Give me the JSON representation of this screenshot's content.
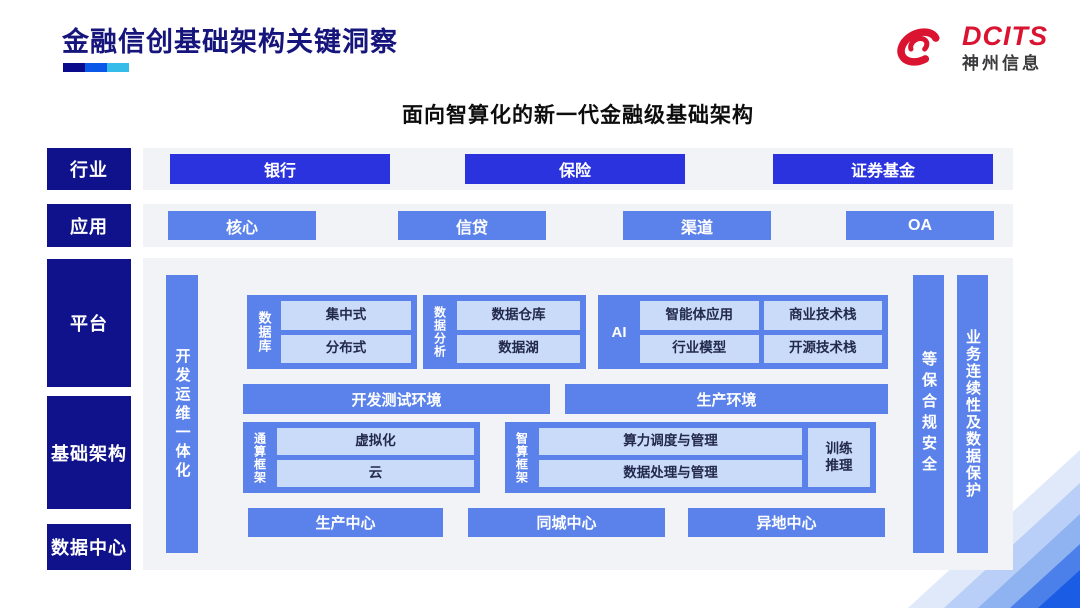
{
  "header": {
    "title": "金融信创基础架构关键洞察",
    "logo_brand": "DCITS",
    "logo_company": "神州信息",
    "subtitle": "面向智算化的新一代金融级基础架构"
  },
  "colors": {
    "brand_red": "#da1330",
    "navy": "#0f128a",
    "bright_blue": "#2b33df",
    "medium_blue": "#5b82ea",
    "light_blue": "#cadbf9",
    "panel_gray": "#f2f3f6",
    "underline": [
      "#0a0a8c",
      "#0b57e8",
      "#35bce8"
    ]
  },
  "sidebar": {
    "items": [
      "行业",
      "应用",
      "平台",
      "基础架构",
      "数据中心"
    ]
  },
  "industry_row": {
    "items": [
      "银行",
      "保险",
      "证券基金"
    ]
  },
  "app_row": {
    "items": [
      "核心",
      "信贷",
      "渠道",
      "OA"
    ]
  },
  "platform": {
    "devops_bar": "开发运维一体化",
    "security_bar": "等保合规安全",
    "continuity_bar": "业务连续性及数据保护",
    "database": {
      "label": "数据库",
      "items": [
        "集中式",
        "分布式"
      ]
    },
    "analytics": {
      "label": "数据分析",
      "items": [
        "数据仓库",
        "数据湖"
      ]
    },
    "ai": {
      "label": "AI",
      "items": [
        "智能体应用",
        "商业技术栈",
        "行业模型",
        "开源技术栈"
      ]
    },
    "envs": [
      "开发测试环境",
      "生产环境"
    ],
    "general_compute": {
      "label": "通算框架",
      "items": [
        "虚拟化",
        "云"
      ]
    },
    "smart_compute": {
      "label": "智算框架",
      "items": [
        "算力调度与管理",
        "数据处理与管理"
      ],
      "side": [
        "训练",
        "推理"
      ]
    },
    "centers": [
      "生产中心",
      "同城中心",
      "异地中心"
    ]
  }
}
